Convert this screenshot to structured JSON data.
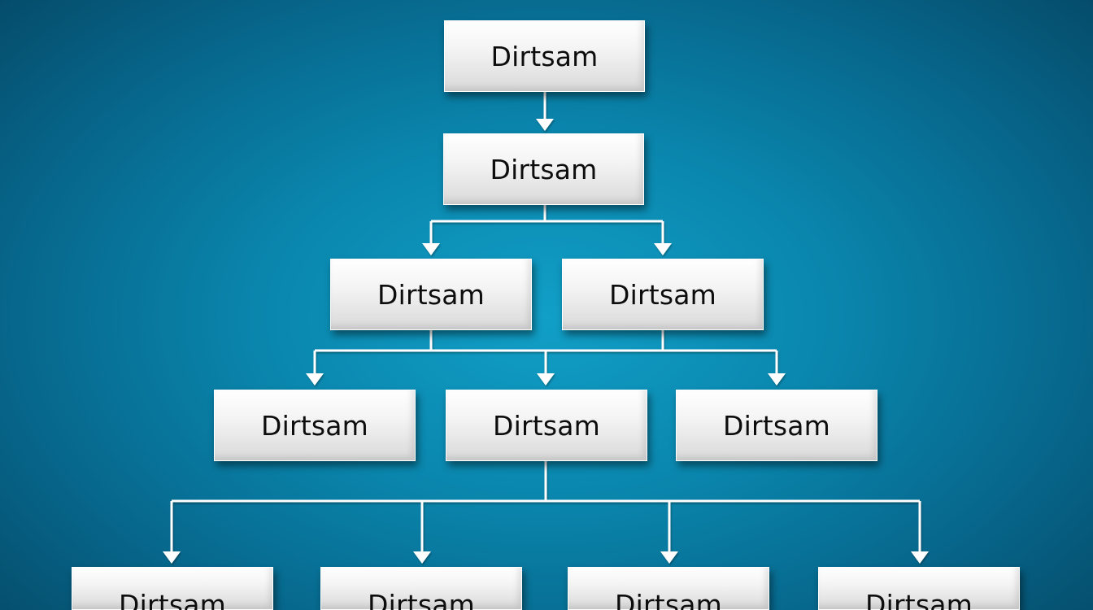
{
  "diagram": {
    "type": "hierarchy",
    "colors": {
      "background_center": "#119fc7",
      "background_edge": "#04425e",
      "node_fill": "#f4f4f4",
      "node_text": "#0d0d0d",
      "connector": "#ffffff"
    },
    "levels": [
      {
        "nodes": [
          {
            "label": "Dirtsam"
          }
        ]
      },
      {
        "nodes": [
          {
            "label": "Dirtsam"
          }
        ]
      },
      {
        "nodes": [
          {
            "label": "Dirtsam"
          },
          {
            "label": "Dirtsam"
          }
        ]
      },
      {
        "nodes": [
          {
            "label": "Dirtsam"
          },
          {
            "label": "Dirtsam"
          },
          {
            "label": "Dirtsam"
          }
        ]
      },
      {
        "nodes": [
          {
            "label": "Dirtsam"
          },
          {
            "label": "Dirtsam"
          },
          {
            "label": "Dirtsam"
          },
          {
            "label": "Dirtsam"
          }
        ]
      }
    ]
  }
}
